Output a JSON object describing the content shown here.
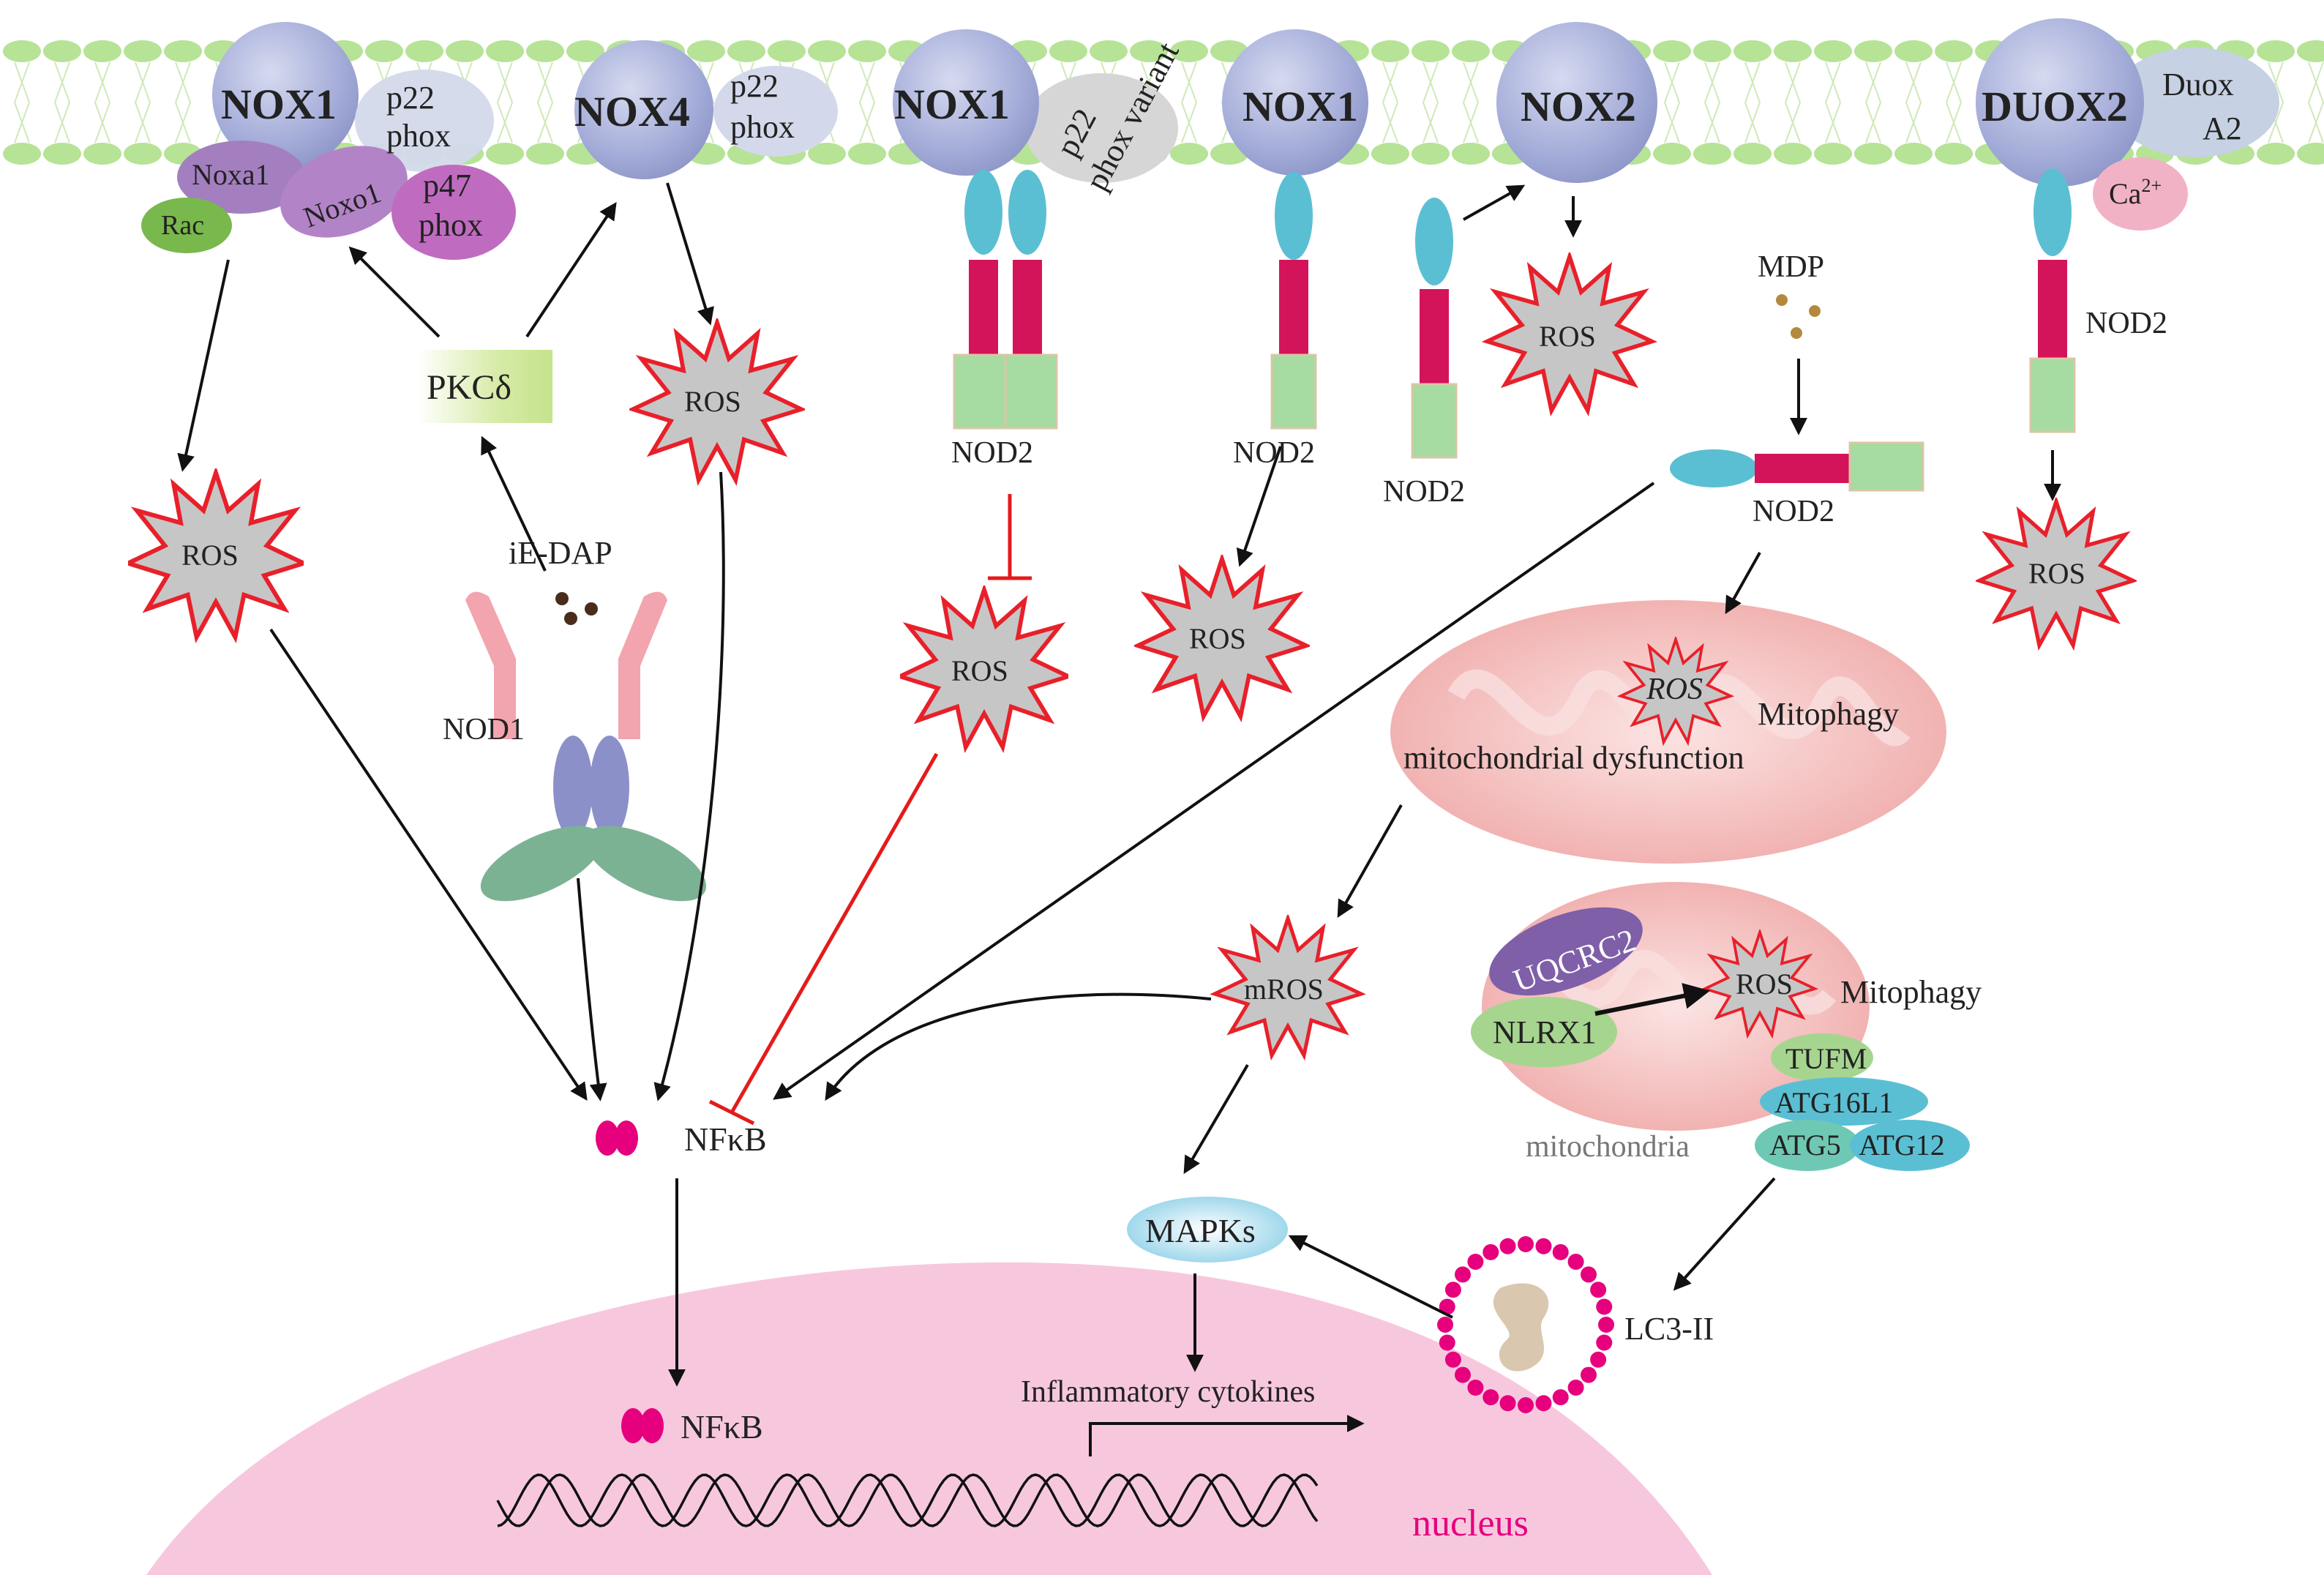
{
  "membrane_complexes": {
    "nox1_a": {
      "name": "NOX1",
      "p22": "p22",
      "phox": "phox",
      "noxa1": "Noxa1",
      "noxo1": "Noxo1",
      "p47": "p47",
      "p47phox": "phox",
      "rac": "Rac"
    },
    "nox4": {
      "name": "NOX4",
      "p22": "p22",
      "phox": "phox"
    },
    "nox1_b": {
      "name": "NOX1",
      "p22": "p22",
      "variant": "phox variant"
    },
    "nox1_c": {
      "name": "NOX1"
    },
    "nox2": {
      "name": "NOX2"
    },
    "duox2": {
      "name": "DUOX2",
      "duox": "Duox",
      "a2": "A2",
      "ca": "Ca",
      "ca_sup": "2+"
    }
  },
  "labels": {
    "pkc": "PKCδ",
    "ie_dap": "iE-DAP",
    "nod1": "NOD1",
    "nod2": "NOD2",
    "mdp": "MDP",
    "ros": "ROS",
    "mros": "mROS",
    "mitophagy": "Mitophagy",
    "mito_dysfunction": "mitochondrial dysfunction",
    "uqcrc2": "UQCRC2",
    "nlrx1": "NLRX1",
    "tufm": "TUFM",
    "atg16l1": "ATG16L1",
    "atg5": "ATG5",
    "atg12": "ATG12",
    "mitochondria": "mitochondria",
    "mapks": "MAPKs",
    "lc3": "LC3-II",
    "nfkb": "NFκB",
    "cytokines": "Inflammatory cytokines",
    "nucleus": "nucleus"
  },
  "colors": {
    "membrane": "#b6e396",
    "nox_sphere": "#a9b1da",
    "nod_lrr": "#5bbfd3",
    "nod_nacht": "#d4145a",
    "nod_card": "#a6dba2",
    "ros_fill": "#c8c8c8",
    "ros_stroke": "#e8202a",
    "pkc_fill": "#dcedb4",
    "mito": "#f5c7c6",
    "nucleus": "#f7c8dd",
    "nucleus_text": "#e6007e",
    "inhibit": "#e41b1b",
    "nfkb_dot": "#e6007e"
  }
}
